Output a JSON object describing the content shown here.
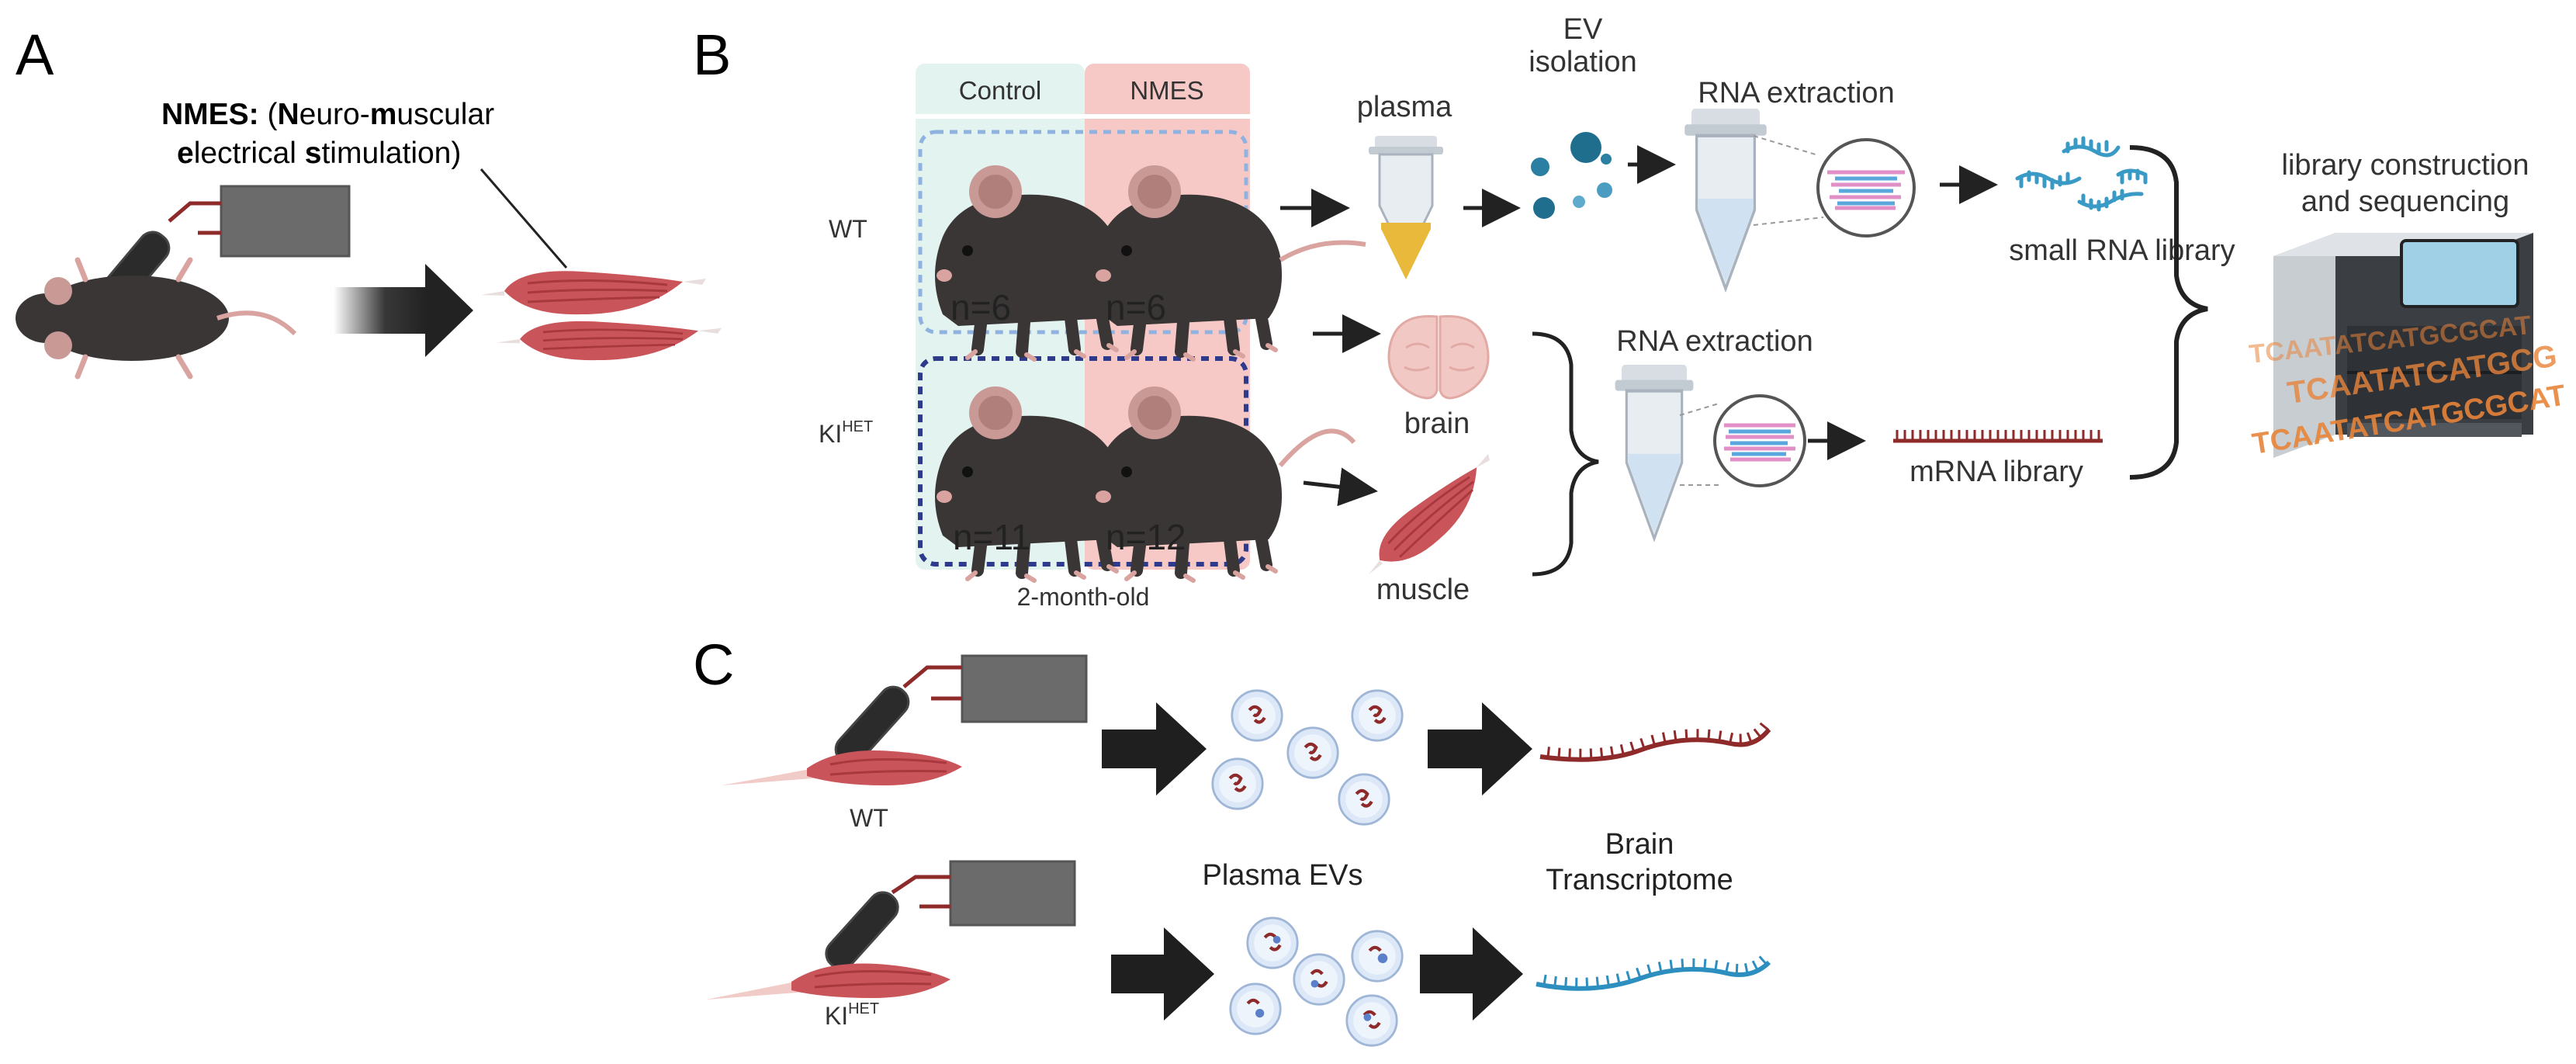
{
  "panels": {
    "a": {
      "letter": "A",
      "nmes_line1_bold": "NMES:",
      "nmes_line1_open": " (",
      "nmes_line1_n": "N",
      "nmes_line1_euro": "euro-",
      "nmes_line1_m": "m",
      "nmes_line1_uscular": "uscular",
      "nmes_line2_e": "e",
      "nmes_line2_lectrical": "lectrical ",
      "nmes_line2_s": "s",
      "nmes_line2_timulation": "timulation)"
    },
    "b": {
      "letter": "B",
      "col_control": "Control",
      "col_nmes": "NMES",
      "row_wt": "WT",
      "row_ki_base": "KI",
      "row_ki_sup": "HET",
      "n_wt_control": "n=6",
      "n_wt_nmes": "n=6",
      "n_ki_control": "n=11",
      "n_ki_nmes": "n=12",
      "age": "2-month-old",
      "plasma": "plasma",
      "ev_line1": "EV",
      "ev_line2": "isolation",
      "rna_extraction_top": "RNA extraction",
      "small_rna_library": "small RNA library",
      "brain": "brain",
      "muscle": "muscle",
      "rna_extraction_bottom": "RNA extraction",
      "mrna_library": "mRNA library",
      "lib_line1": "library construction",
      "lib_line2": "and sequencing",
      "seq_line1": "TCAATATCATGCGCAT",
      "seq_line2": "TCAATATCATGCG",
      "seq_line3": "TCAATATCATGCGCAT"
    },
    "c": {
      "letter": "C",
      "wt": "WT",
      "ki_base": "KI",
      "ki_sup": "HET",
      "plasma_evs": "Plasma EVs",
      "brain_line1": "Brain",
      "brain_line2": "Transcriptome"
    }
  },
  "colors": {
    "control_fill": "#e3f3ef",
    "nmes_fill": "#f6c9c6",
    "wt_border": "#8fb2e0",
    "ki_border": "#2e3a8c",
    "muscle": "#c9555a",
    "plasma": "#e8b93a",
    "ev": "#1f6e8e",
    "rna_blue": "#3a9ac6",
    "mrna": "#8e2a2a",
    "sequence": "#e8843a",
    "mouse": "#3a3635",
    "stimulator": "#6b6b6b"
  },
  "icons": [
    "mouse-icon",
    "stimulator-icon",
    "electrode-icon",
    "muscle-icon",
    "tube-icon",
    "ev-particle-icon",
    "rna-icon",
    "brain-icon",
    "sequencer-icon",
    "arrow-icon",
    "bracket-icon",
    "magnifier-icon"
  ]
}
